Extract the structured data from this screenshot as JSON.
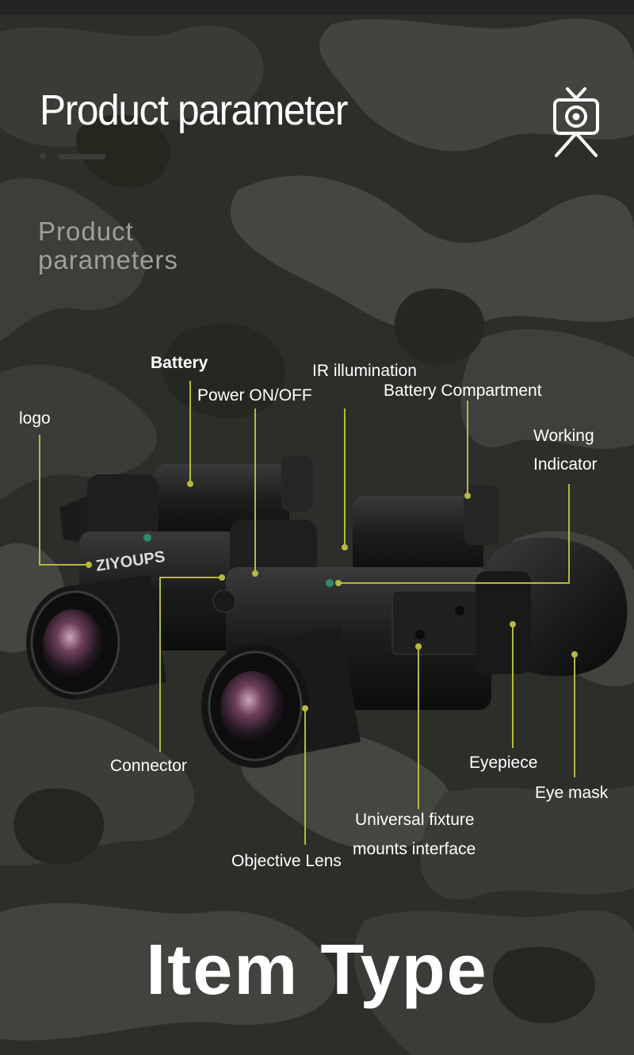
{
  "header": {
    "title": "Product parameter",
    "icon": "camera-tripod-icon"
  },
  "subtitle": {
    "line1": "Product",
    "line2": "parameters"
  },
  "labels": {
    "battery": "Battery",
    "power": "Power ON/OFF",
    "ir": "IR illumination",
    "battery_compartment": "Battery Compartment",
    "logo": "logo",
    "working_line1": "Working",
    "working_line2": "Indicator",
    "connector": "Connector",
    "eyepiece": "Eyepiece",
    "eye_mask": "Eye mask",
    "universal_line1": "Universal fixture",
    "universal_line2": "mounts interface",
    "objective": "Objective Lens"
  },
  "product": {
    "brand": "ZIYOUPS"
  },
  "footer": {
    "title": "Item Type"
  },
  "colors": {
    "accent": "#b5b940",
    "background": "#2d2d2a",
    "text": "#ffffff"
  }
}
